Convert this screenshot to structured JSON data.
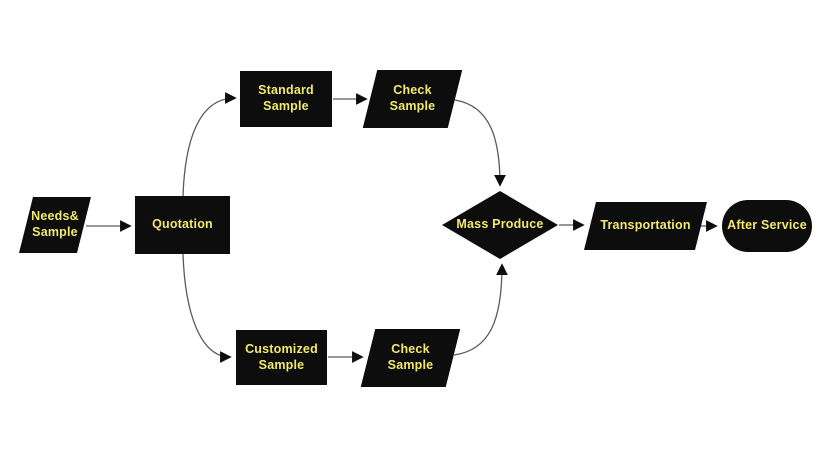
{
  "diagram": {
    "background": "#ffffff",
    "shape_fill": "#0d0d0d",
    "label_color": "#f2e96b",
    "connector_color": "#5a5a5a",
    "arrowhead_color": "#0d0d0d",
    "nodes": [
      {
        "id": "needs-sample",
        "shape": "parallelogram",
        "label": "Needs&\nSample"
      },
      {
        "id": "quotation",
        "shape": "rectangle",
        "label": "Quotation"
      },
      {
        "id": "standard-sample",
        "shape": "rectangle",
        "label": "Standard\nSample"
      },
      {
        "id": "check-sample-top",
        "shape": "parallelogram",
        "label": "Check\nSample"
      },
      {
        "id": "mass-produce",
        "shape": "diamond",
        "label": "Mass Produce"
      },
      {
        "id": "customized-sample",
        "shape": "rectangle",
        "label": "Customized\nSample"
      },
      {
        "id": "check-sample-bottom",
        "shape": "parallelogram",
        "label": "Check\nSample"
      },
      {
        "id": "transportation",
        "shape": "parallelogram",
        "label": "Transportation"
      },
      {
        "id": "after-service",
        "shape": "terminator",
        "label": "After Service"
      }
    ],
    "connections": [
      {
        "from": "needs-sample",
        "to": "quotation"
      },
      {
        "from": "quotation",
        "to": "standard-sample"
      },
      {
        "from": "standard-sample",
        "to": "check-sample-top"
      },
      {
        "from": "check-sample-top",
        "to": "mass-produce"
      },
      {
        "from": "quotation",
        "to": "customized-sample"
      },
      {
        "from": "customized-sample",
        "to": "check-sample-bottom"
      },
      {
        "from": "check-sample-bottom",
        "to": "mass-produce"
      },
      {
        "from": "mass-produce",
        "to": "transportation"
      },
      {
        "from": "transportation",
        "to": "after-service"
      }
    ]
  }
}
